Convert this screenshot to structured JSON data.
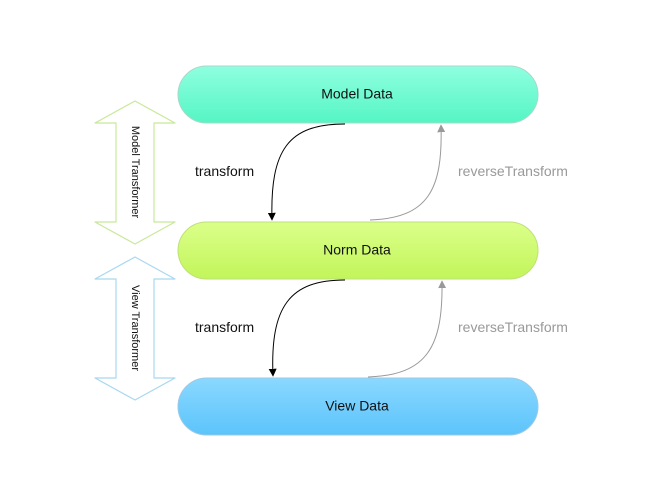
{
  "nodes": {
    "model": {
      "label": "Model Data",
      "fill": "#66ffcc",
      "stroke": "#a8d9c8"
    },
    "norm": {
      "label": "Norm Data",
      "fill": "#ccff66",
      "stroke": "#bfe07a"
    },
    "view": {
      "label": "View Data",
      "fill": "#66ccff",
      "stroke": "#9cc9e6"
    }
  },
  "transformers": {
    "model": {
      "label": "Model Transformer",
      "stroke": "#c8e89a"
    },
    "view": {
      "label": "View Transformer",
      "stroke": "#a8d8f0"
    }
  },
  "edges": {
    "transform_label": "transform",
    "reverse_label": "reverseTransform",
    "transform_color": "#000000",
    "reverse_color": "#999999"
  }
}
